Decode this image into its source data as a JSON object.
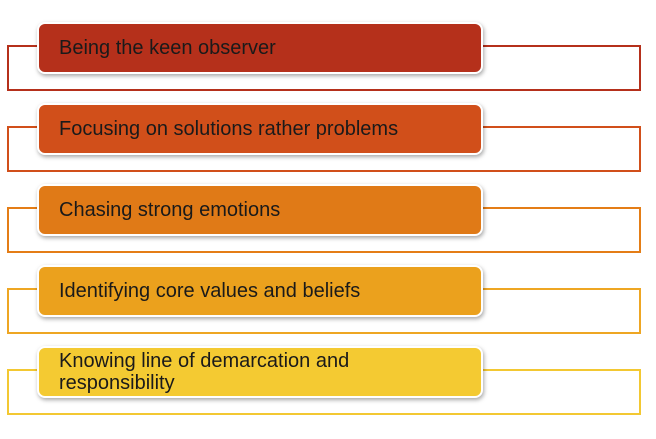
{
  "items": [
    {
      "label": "Being the keen observer",
      "fill": "#b5301b",
      "border": "#b5301b"
    },
    {
      "label": "Focusing on solutions rather problems",
      "fill": "#d14f1a",
      "border": "#d14f1a"
    },
    {
      "label": "Chasing strong emotions",
      "fill": "#e07a17",
      "border": "#e47d16"
    },
    {
      "label": "Identifying core values and beliefs",
      "fill": "#eba11d",
      "border": "#eea623"
    },
    {
      "label": "Knowing line of demarcation and responsibility",
      "fill": "#f4ca32",
      "border": "#f3c832"
    }
  ]
}
